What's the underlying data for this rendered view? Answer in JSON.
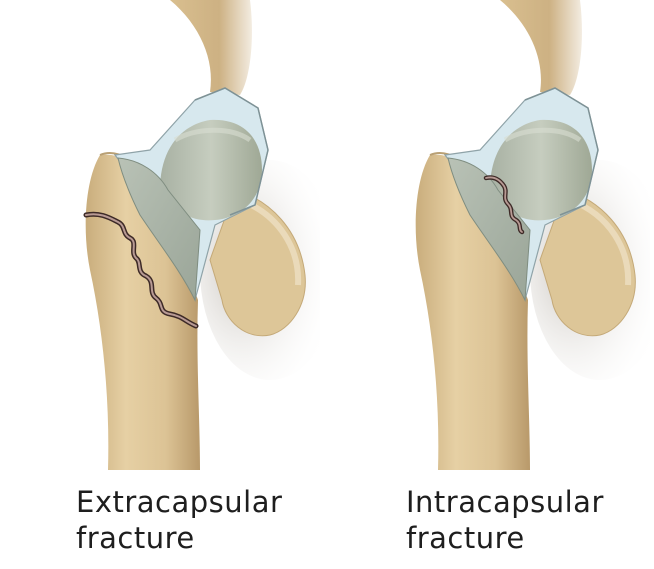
{
  "diagram": {
    "panels": [
      {
        "id": "extracapsular",
        "line1": "Extracapsular",
        "line2": "fracture"
      },
      {
        "id": "intracapsular",
        "line1": "Intracapsular",
        "line2": "fracture"
      }
    ]
  },
  "colors": {
    "bone": "#dcc395",
    "bone_shadow": "#b49a6a",
    "capsule": "#a7b2a7",
    "capsule_light": "#cfe3ea",
    "crack": "#5a3a33"
  }
}
